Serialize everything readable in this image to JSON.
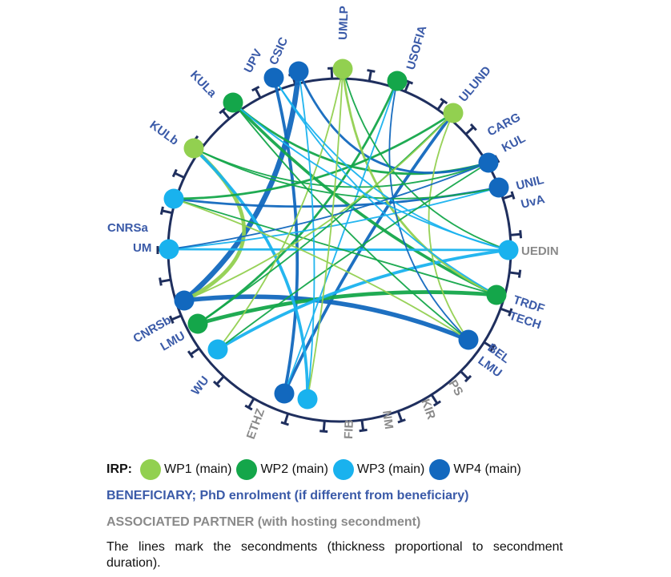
{
  "colors": {
    "wp1": "#92d050",
    "wp2": "#14a64a",
    "wp3": "#19b2ee",
    "wp4": "#1268be",
    "beneficiary": "#3a5aa8",
    "associated": "#8a8a8a",
    "ring": "#1f2f5e"
  },
  "labels": {
    "umlp": "UMLP",
    "usofia": "USOFIA",
    "ulund": "ULUND",
    "carg": "CARG",
    "kul_carg": "KUL",
    "unil": "UNIL",
    "uva": "UvA",
    "uedin": "UEDIN",
    "trdf": "TRDF",
    "tech": "TECH",
    "bel": "BEL",
    "lmu_bel": "LMU",
    "ps": "PS",
    "kir": "KIR",
    "nm": "NM",
    "fib": "FIB",
    "ethz": "ETHZ",
    "wu": "WU",
    "cnrsb": "CNRSb",
    "lmu_cnrsb": "LMU",
    "cnrsa": "CNRSa",
    "um": "UM",
    "kulb": "KULb",
    "kula": "KULa",
    "upv": "UPV",
    "csic": "CSIC"
  },
  "legend": {
    "irp_title": "IRP:",
    "items": [
      {
        "label": "WP1 (main)",
        "color": "#92d050"
      },
      {
        "label": "WP2 (main)",
        "color": "#14a64a"
      },
      {
        "label": "WP3 (main)",
        "color": "#19b2ee"
      },
      {
        "label": "WP4 (main)",
        "color": "#1268be"
      }
    ],
    "beneficiary": "BENEFICIARY; PhD enrolment (if different from beneficiary)",
    "associated": "ASSOCIATED PARTNER (with hosting secondment)",
    "note": "The lines mark the secondments (thickness proportional to secondment duration)."
  },
  "nodes": [
    {
      "id": "umlp",
      "wp": "wp1"
    },
    {
      "id": "usofia",
      "wp": "wp2"
    },
    {
      "id": "ulund",
      "wp": "wp1"
    },
    {
      "id": "carg",
      "wp": "wp4"
    },
    {
      "id": "unil",
      "wp": "wp4"
    },
    {
      "id": "uedin",
      "wp": "wp3"
    },
    {
      "id": "trdf",
      "wp": "wp2"
    },
    {
      "id": "bel",
      "wp": "wp4"
    },
    {
      "id": "fib_a",
      "wp": "wp3"
    },
    {
      "id": "ethz_a",
      "wp": "wp4"
    },
    {
      "id": "wu",
      "wp": "wp3"
    },
    {
      "id": "lmu",
      "wp": "wp2"
    },
    {
      "id": "cnrsb",
      "wp": "wp4"
    },
    {
      "id": "um",
      "wp": "wp3"
    },
    {
      "id": "cnrsa",
      "wp": "wp3"
    },
    {
      "id": "kulb",
      "wp": "wp1"
    },
    {
      "id": "kula",
      "wp": "wp2"
    },
    {
      "id": "upv",
      "wp": "wp4"
    },
    {
      "id": "csic",
      "wp": "wp4"
    }
  ],
  "links": [
    {
      "from": "cnrsb",
      "to": "csic",
      "wp": "wp4",
      "weight": 6
    },
    {
      "from": "cnrsb",
      "to": "bel",
      "wp": "wp4",
      "weight": 5
    },
    {
      "from": "ethz_a",
      "to": "upv",
      "wp": "wp4",
      "weight": 3
    },
    {
      "from": "ethz_a",
      "to": "ulund",
      "wp": "wp4",
      "weight": 3
    },
    {
      "from": "cnrsb",
      "to": "kulb",
      "wp": "wp1",
      "weight": 4
    },
    {
      "from": "lmu",
      "to": "trdf",
      "wp": "wp2",
      "weight": 4
    },
    {
      "from": "kula",
      "to": "trdf",
      "wp": "wp2",
      "weight": 3
    },
    {
      "from": "wu",
      "to": "uedin",
      "wp": "wp3",
      "weight": 3
    },
    {
      "from": "fib_a",
      "to": "kulb",
      "wp": "wp3",
      "weight": 3
    },
    {
      "from": "lmu",
      "to": "usofia",
      "wp": "wp2",
      "weight": 2
    },
    {
      "from": "cnrsa",
      "to": "unil",
      "wp": "wp4",
      "weight": 2
    },
    {
      "from": "um",
      "to": "uedin",
      "wp": "wp3",
      "weight": 2
    },
    {
      "from": "kula",
      "to": "carg",
      "wp": "wp2",
      "weight": 2
    },
    {
      "from": "csic",
      "to": "carg",
      "wp": "wp4",
      "weight": 2
    },
    {
      "from": "umlp",
      "to": "trdf",
      "wp": "wp1",
      "weight": 2
    },
    {
      "from": "cnrsa",
      "to": "ulund",
      "wp": "wp2",
      "weight": 2
    },
    {
      "from": "bel",
      "to": "ulund",
      "wp": "wp1",
      "weight": 1
    },
    {
      "from": "usofia",
      "to": "ethz_a",
      "wp": "wp3",
      "weight": 1
    },
    {
      "from": "kulb",
      "to": "carg",
      "wp": "wp2",
      "weight": 1
    },
    {
      "from": "cnrsa",
      "to": "trdf",
      "wp": "wp2",
      "weight": 1
    },
    {
      "from": "um",
      "to": "unil",
      "wp": "wp3",
      "weight": 1
    },
    {
      "from": "umlp",
      "to": "wu",
      "wp": "wp1",
      "weight": 1
    },
    {
      "from": "upv",
      "to": "uedin",
      "wp": "wp3",
      "weight": 1
    },
    {
      "from": "kula",
      "to": "bel",
      "wp": "wp2",
      "weight": 1
    },
    {
      "from": "usofia",
      "to": "bel",
      "wp": "wp4",
      "weight": 1
    },
    {
      "from": "ulund",
      "to": "lmu",
      "wp": "wp2",
      "weight": 1
    },
    {
      "from": "umlp",
      "to": "uedin",
      "wp": "wp2",
      "weight": 1
    },
    {
      "from": "csic",
      "to": "fib_a",
      "wp": "wp3",
      "weight": 1
    },
    {
      "from": "kulb",
      "to": "unil",
      "wp": "wp2",
      "weight": 1
    },
    {
      "from": "cnrsb",
      "to": "ulund",
      "wp": "wp1",
      "weight": 1
    },
    {
      "from": "um",
      "to": "carg",
      "wp": "wp4",
      "weight": 1
    },
    {
      "from": "upv",
      "to": "trdf",
      "wp": "wp3",
      "weight": 1
    },
    {
      "from": "wu",
      "to": "carg",
      "wp": "wp2",
      "weight": 1
    },
    {
      "from": "fib_a",
      "to": "umlp",
      "wp": "wp1",
      "weight": 1
    },
    {
      "from": "cnrsa",
      "to": "bel",
      "wp": "wp1",
      "weight": 1
    },
    {
      "from": "kula",
      "to": "uedin",
      "wp": "wp3",
      "weight": 1
    }
  ]
}
